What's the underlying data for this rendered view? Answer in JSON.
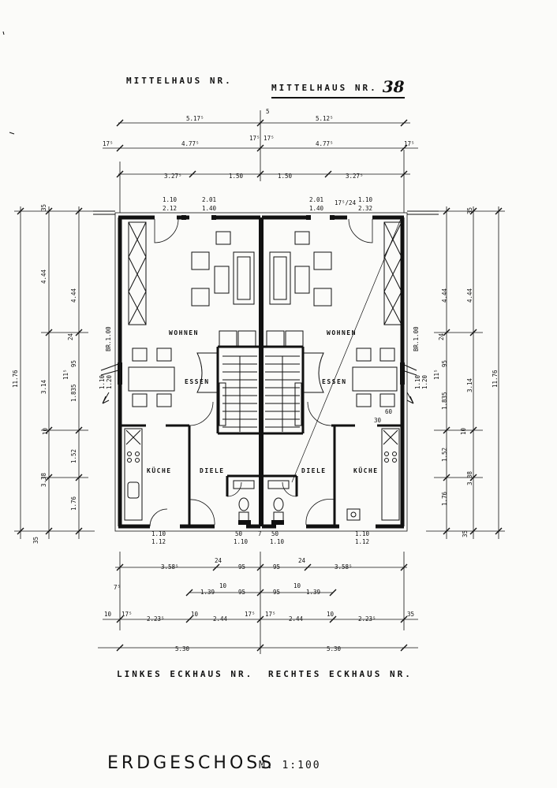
{
  "header": {
    "left_label": "MITTELHAUS NR.",
    "right_label": "MITTELHAUS NR.",
    "right_number": "38"
  },
  "footer": {
    "left_label": "LINKES ECKHAUS NR.",
    "right_label": "RECHTES ECKHAUS NR."
  },
  "title": "ERDGESCHOSS",
  "scale": "M. 1:100",
  "rooms": {
    "wohnen": "WOHNEN",
    "essen": "ESSEN",
    "kueche": "KÜCHE",
    "diele": "DIELE",
    "br": "BR.1.00"
  },
  "dims": {
    "top1_left": "5.17⁵",
    "top1_right": "5.12⁵",
    "top1_mid": "5",
    "top2_left_small": "17⁵",
    "top2_left": "4.77⁵",
    "top2_mid": "17⁵ 17⁵",
    "top2_right": "4.77⁵",
    "top2_right_small": "17⁵",
    "top3_a": "3.27⁵",
    "top3_b": "1.50",
    "top3_c": "1.50",
    "top3_d": "3.27⁵",
    "win_l1_top": "1.10",
    "win_l1_bot": "2.12",
    "win_l2_top": "2.01",
    "win_l2_bot": "1.40",
    "win_r1_top": "2.01",
    "win_r1_bot": "1.40",
    "win_r2_small": "17⁵/24",
    "win_r2_top": "1.10",
    "win_r2_bot": "2.32",
    "side_total": "11.76",
    "side_444": "4.44",
    "side_314": "3.14",
    "side_1835": "1.835",
    "side_152": "1.52",
    "side_338": "3.38",
    "side_176": "1.76",
    "side_35": "35",
    "side_24": "24",
    "side_95": "95",
    "side_10": "10",
    "side_115": "11⁵",
    "side_110": "1.10",
    "side_120": "1.20",
    "side_30": "30",
    "side_60": "60",
    "door_110": "1.10",
    "door_112": "1.12",
    "door_50": "50",
    "door_50b": "1.10",
    "door_7": "7",
    "bot1_left": "3.58⁵",
    "bot1_a": "24",
    "bot1_b": "95",
    "bot1_c": "95",
    "bot1_d": "24",
    "bot1_right": "3.58⁵",
    "bot2_small": "7⁵",
    "bot2_a": "1.39",
    "bot2_b": "10",
    "bot2_c": "95",
    "bot2_d": "95",
    "bot2_e": "10",
    "bot2_f": "1.39",
    "bot3_a": "10",
    "bot3_b": "17⁵",
    "bot3_c": "2.23⁵",
    "bot3_d": "10",
    "bot3_e": "2.44",
    "bot3_f": "17⁵",
    "bot3_g": "17⁵",
    "bot3_h": "2.44",
    "bot3_i": "10",
    "bot3_j": "2.23⁵",
    "bot3_k": "35",
    "bot4_left": "5.30",
    "bot4_right": "5.30"
  }
}
